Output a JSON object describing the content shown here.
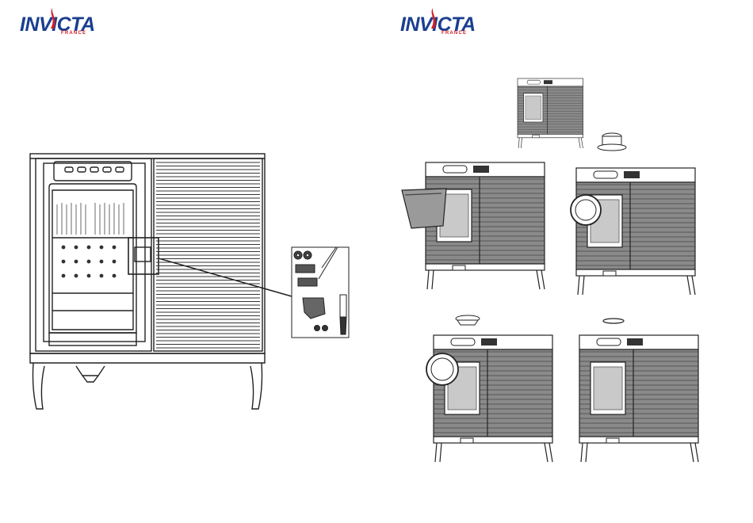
{
  "pages": [
    {
      "logo": {
        "word": "INVICTA",
        "sub": "FRANCE"
      },
      "figure": {
        "name": "stove-front-view",
        "callout": "hardware-kit"
      }
    },
    {
      "logo": {
        "word": "INVICTA",
        "sub": "FRANCE"
      },
      "figure": {
        "name": "stove-assembly-steps",
        "steps": 5
      }
    }
  ],
  "colors": {
    "brand_blue": "#1b3f8f",
    "brand_red": "#d21f26",
    "line": "#222222",
    "tile_fill": "#6e6e6e"
  }
}
